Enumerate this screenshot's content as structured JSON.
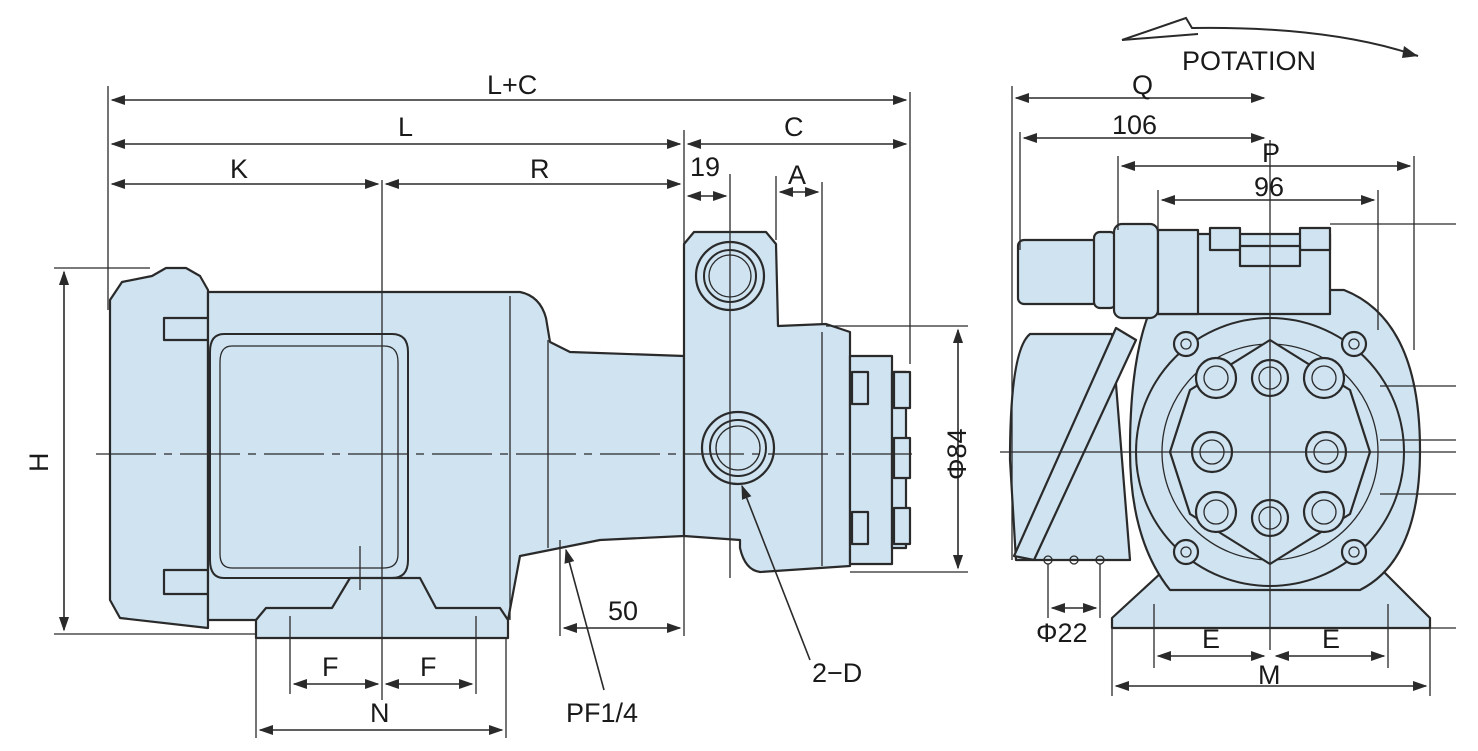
{
  "labels": {
    "rotation": "POTATION",
    "l_plus_c": "L+C",
    "l": "L",
    "k": "K",
    "r": "R",
    "c": "C",
    "dim_19": "19",
    "a": "A",
    "h": "H",
    "phi84": "Φ84",
    "dim_50": "50",
    "two_d": "2−D",
    "pf14": "PF1/4",
    "f_left": "F",
    "f_right": "F",
    "n": "N",
    "q": "Q",
    "dim_106": "106",
    "p": "P",
    "dim_96": "96",
    "phi22": "Φ22",
    "e_left": "E",
    "e_right": "E",
    "m": "M"
  },
  "colors": {
    "body_fill": "#cfe3f1",
    "line": "#2a2a2a"
  }
}
